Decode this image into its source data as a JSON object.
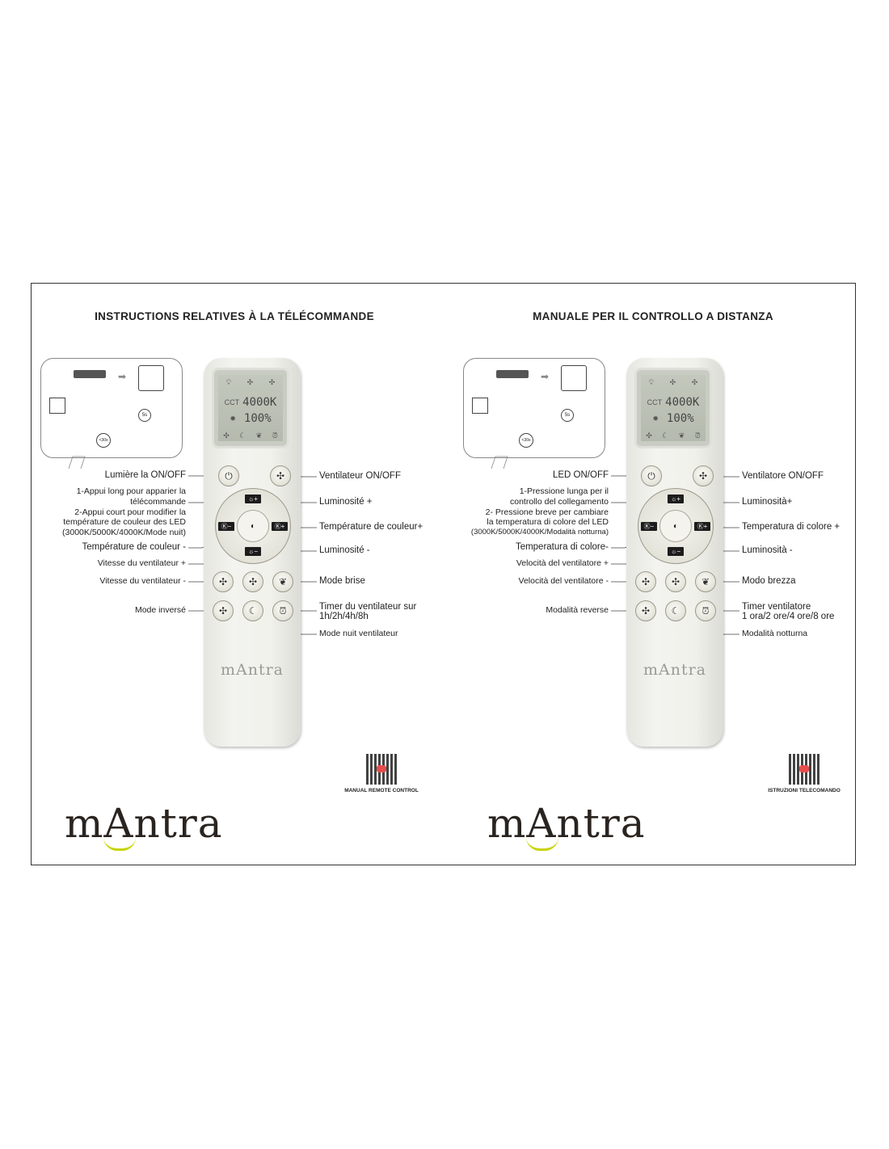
{
  "panels": [
    {
      "title": "INSTRUCTIONS RELATIVES À LA TÉLÉCOMMANDE",
      "labels": {
        "light_onoff": "Lumière la ON/OFF",
        "pair_1a": "1-Appui long pour apparier la",
        "pair_1b": "télécommande",
        "pair_2a": "2-Appui court pour modifier la",
        "pair_2b": "température de couleur des LED",
        "pair_2c": "(3000K/5000K/4000K/Mode nuit)",
        "color_minus": "Température de couleur  -",
        "fan_speed_plus": "Vitesse du ventilateur +",
        "fan_speed_minus": "Vitesse du ventilateur -",
        "reverse": "Mode inversé",
        "fan_onoff": "Ventilateur  ON/OFF",
        "bright_plus": "Luminosité +",
        "color_plus": "Température de couleur+",
        "bright_minus": "Luminosité -",
        "breeze": "Mode brise",
        "timer_a": "Timer du ventilateur sur",
        "timer_b": "1h/2h/4h/8h",
        "night": "Mode nuit ventilateur"
      },
      "qr_caption": "MANUAL REMOTE CONTROL"
    },
    {
      "title": "MANUALE PER IL CONTROLLO A DISTANZA",
      "labels": {
        "light_onoff": "LED ON/OFF",
        "pair_1a": "1-Pressione lunga per il",
        "pair_1b": "controllo del collegamento",
        "pair_2a": "2- Pressione breve per cambiare",
        "pair_2b": "la temperatura di colore del LED",
        "pair_2c": "(3000K/5000K/4000K/Modalità notturna)",
        "color_minus": "Temperatura di colore-",
        "fan_speed_plus": "Velocità del ventilatore +",
        "fan_speed_minus": "Velocità del ventilatore -",
        "reverse": "Modalità reverse",
        "fan_onoff": "Ventilatore ON/OFF",
        "bright_plus": "Luminosità+",
        "color_plus": "Temperatura di colore +",
        "bright_minus": "Luminosità -",
        "breeze": "Modo brezza",
        "timer_a": "Timer ventilatore",
        "timer_b": "1 ora/2 ore/4 ore/8 ore",
        "night": "Modalità notturna"
      },
      "qr_caption": "ISTRUZIONI TELECOMANDO"
    }
  ],
  "remote": {
    "lcd_cct_label": "CCT",
    "lcd_cct_value": "4000K",
    "lcd_brightness": "100%",
    "logo": "mAntra",
    "keys": {
      "bright_plus": "☼+",
      "bright_minus": "☼−",
      "color_plus": "Ⓚ+",
      "color_minus": "Ⓚ−"
    }
  },
  "diagram": {
    "timer_short": "5s",
    "timer_long": "<30s"
  },
  "brand": {
    "logo": "mAntra",
    "accent": "#c8d400"
  }
}
